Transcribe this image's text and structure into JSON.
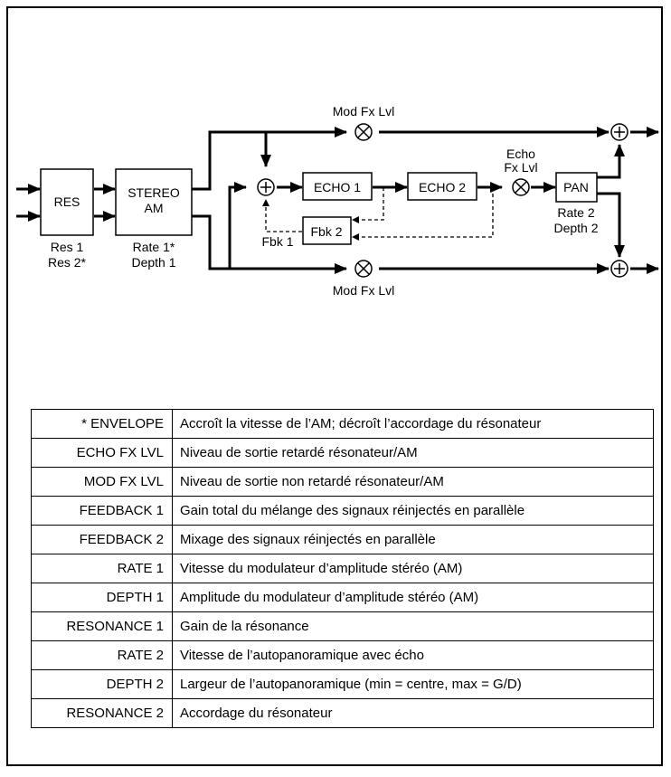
{
  "diagram": {
    "blocks": {
      "res": "RES",
      "stereo_am_line1": "STEREO",
      "stereo_am_line2": "AM",
      "echo1": "ECHO 1",
      "echo2": "ECHO 2",
      "fbk2": "Fbk 2",
      "pan": "PAN"
    },
    "labels": {
      "res1": "Res 1",
      "res2": "Res 2*",
      "rate1": "Rate 1*",
      "depth1": "Depth 1",
      "mod_fx_lvl_top": "Mod Fx Lvl",
      "mod_fx_lvl_bottom": "Mod Fx Lvl",
      "echo_fx_lvl_line1": "Echo",
      "echo_fx_lvl_line2": "Fx Lvl",
      "fbk1": "Fbk 1",
      "rate2": "Rate 2",
      "depth2": "Depth 2"
    }
  },
  "parameters": [
    {
      "name": "* ENVELOPE",
      "description": "Accroît la vitesse de l’AM; décroît l’accordage du résonateur"
    },
    {
      "name": "ECHO FX LVL",
      "description": "Niveau de sortie retardé résonateur/AM"
    },
    {
      "name": "MOD FX LVL",
      "description": "Niveau de sortie non retardé résonateur/AM"
    },
    {
      "name": "FEEDBACK 1",
      "description": "Gain total du mélange des signaux réinjectés en parallèle"
    },
    {
      "name": "FEEDBACK 2",
      "description": "Mixage des signaux réinjectés en parallèle"
    },
    {
      "name": "RATE 1",
      "description": "Vitesse du modulateur d’amplitude stéréo (AM)"
    },
    {
      "name": "DEPTH 1",
      "description": "Amplitude du modulateur d’amplitude stéréo (AM)"
    },
    {
      "name": "RESONANCE 1",
      "description": "Gain de la résonance"
    },
    {
      "name": "RATE 2",
      "description": "Vitesse de l’autopanoramique avec écho"
    },
    {
      "name": "DEPTH 2",
      "description": "Largeur de l’autopanoramique (min = centre, max = G/D)"
    },
    {
      "name": "RESONANCE 2",
      "description": "Accordage du résonateur"
    }
  ]
}
